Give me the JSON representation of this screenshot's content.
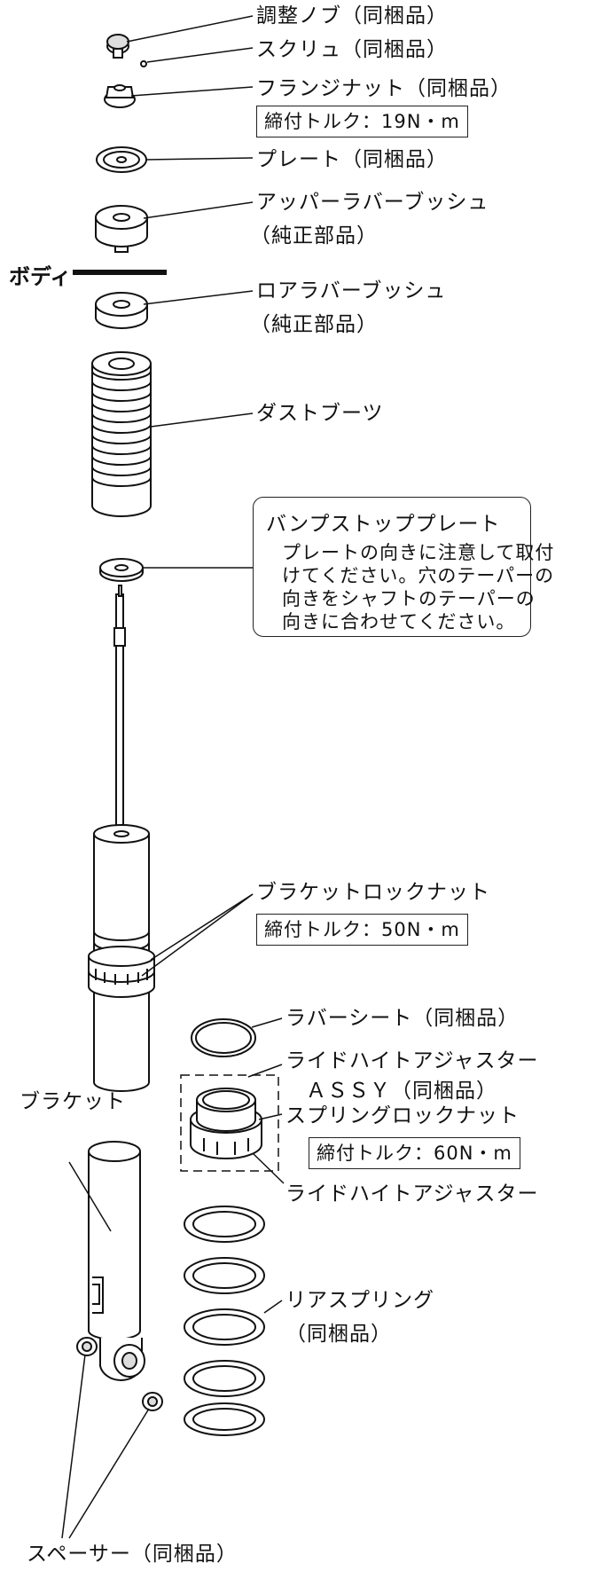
{
  "labels": {
    "adjust_knob": "調整ノブ（同梱品）",
    "screw": "スクリュ（同梱品）",
    "flange_nut": "フランジナット（同梱品）",
    "torque_flange": "締付トルク：19N・m",
    "plate": "プレート（同梱品）",
    "upper_bush_1": "アッパーラバーブッシュ",
    "upper_bush_2": "（純正部品）",
    "body": "ボディ",
    "lower_bush_1": "ロアラバーブッシュ",
    "lower_bush_2": "（純正部品）",
    "dust_boot": "ダストブーツ",
    "bracket_locknut": "ブラケットロックナット",
    "torque_bracket": "締付トルク：50N・m",
    "rubber_seat": "ラバーシート（同梱品）",
    "ride_height_assy_1": "ライドハイトアジャスター",
    "ride_height_assy_2": "ＡＳＳＹ（同梱品）",
    "bracket": "ブラケット",
    "spring_locknut": "スプリングロックナット",
    "torque_spring": "締付トルク：60N・m",
    "ride_height_adjuster": "ライドハイトアジャスター",
    "rear_spring_1": "リアスプリング",
    "rear_spring_2": "（同梱品）",
    "spacer": "スペーサー（同梱品）"
  },
  "note": {
    "title": "バンプストッププレート",
    "lines": [
      "プレートの向きに注意して取付",
      "けてください。穴のテーパーの",
      "向きをシャフトのテーパーの",
      "向きに合わせてください。"
    ]
  },
  "colors": {
    "line": "#111111",
    "fill": "#ffffff",
    "shade": "#dddddd"
  }
}
